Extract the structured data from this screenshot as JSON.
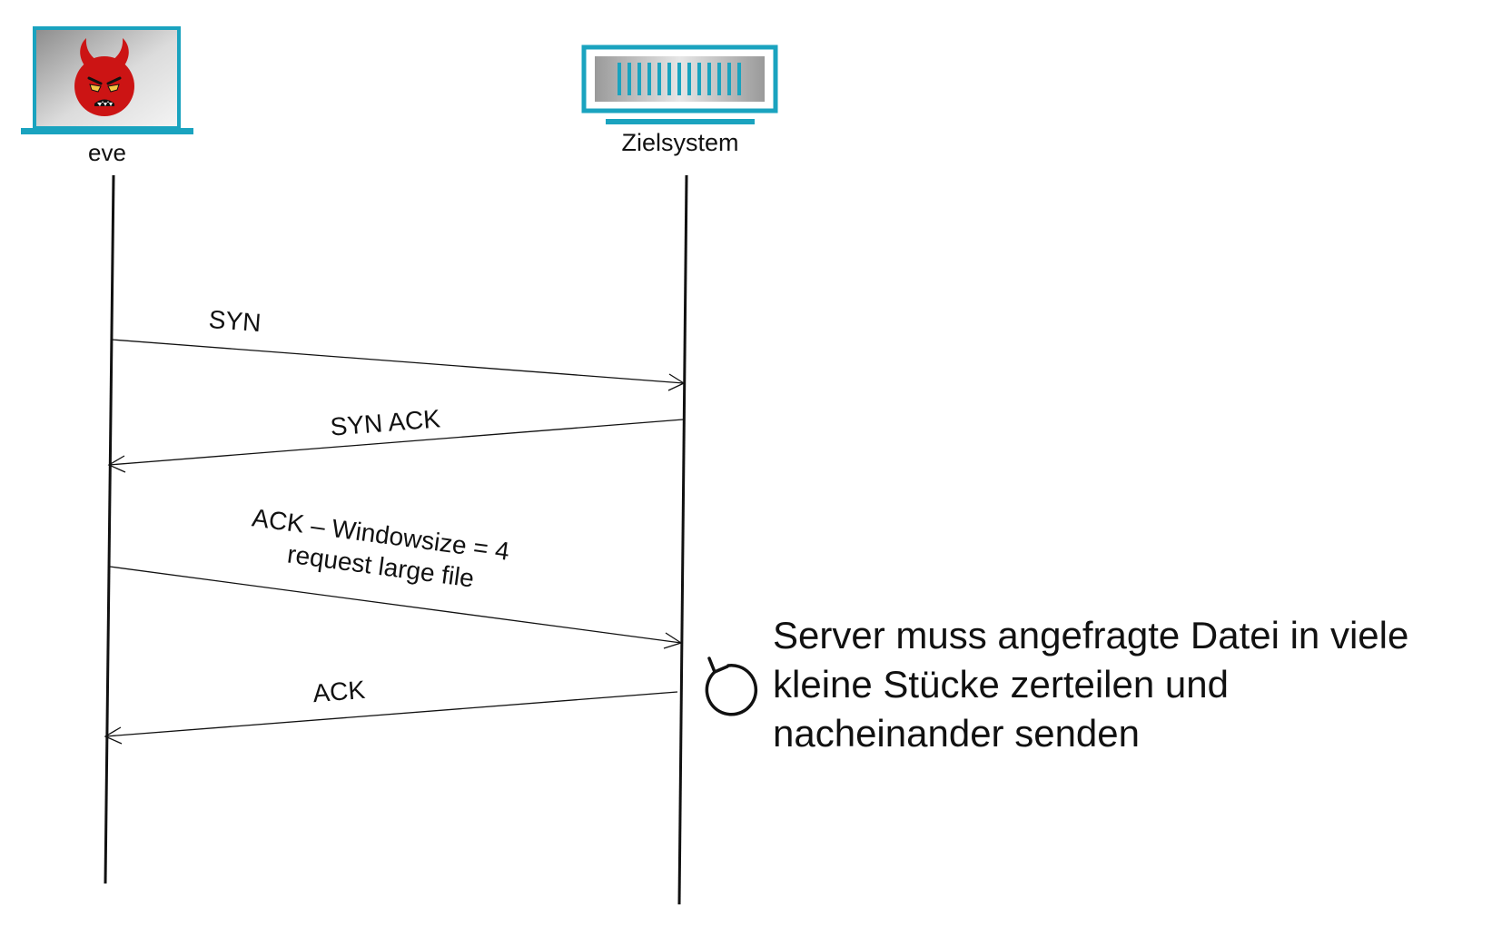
{
  "colors": {
    "accent": "#1aa3bf",
    "devil_red": "#cc1414",
    "line": "#111111",
    "screen_grey": "#bfbfbf"
  },
  "actors": {
    "attacker": {
      "label": "eve",
      "icon": "devil-laptop-icon"
    },
    "target": {
      "label": "Zielsystem",
      "icon": "server-icon"
    }
  },
  "messages": [
    {
      "label": "SYN",
      "direction": "eve-to-target"
    },
    {
      "label": "SYN ACK",
      "direction": "target-to-eve"
    },
    {
      "label": "ACK – Windowsize = 4",
      "label2": "request large file",
      "direction": "eve-to-target"
    },
    {
      "label": "ACK",
      "direction": "target-to-eve"
    }
  ],
  "note": {
    "icon": "refresh-icon",
    "lines": [
      "Server muss angefragte Datei in viele",
      "kleine Stücke zerteilen und",
      "nacheinander senden"
    ]
  }
}
